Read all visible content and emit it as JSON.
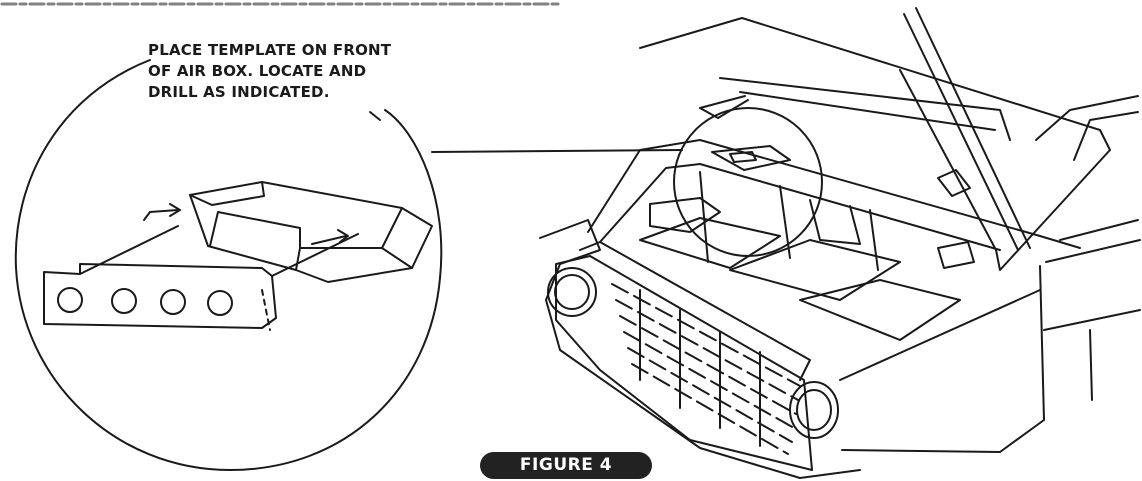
{
  "callout": {
    "line1": "PLACE TEMPLATE ON FRONT",
    "line2": "OF AIR BOX. LOCATE AND",
    "line3": "DRILL AS INDICATED."
  },
  "figure_label": "FIGURE 4",
  "colors": {
    "ink": "#1a1a1a",
    "label_background": "#222222",
    "label_text": "#ffffff"
  }
}
